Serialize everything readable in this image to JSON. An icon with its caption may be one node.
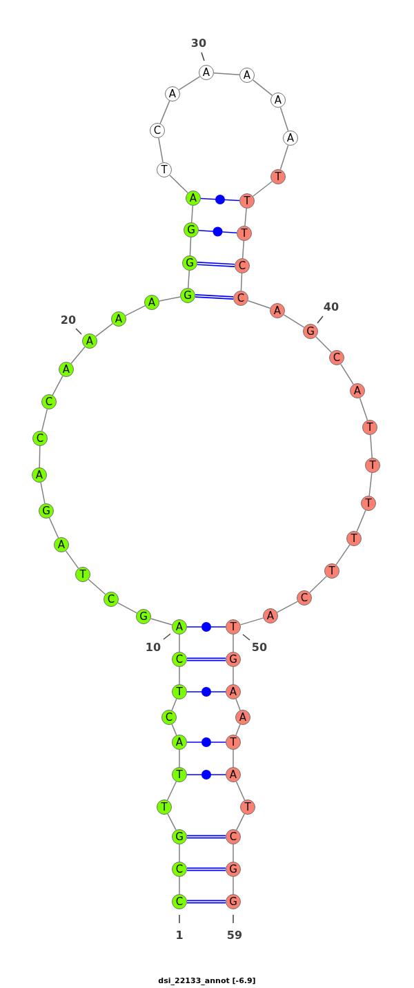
{
  "diagram": {
    "caption": "dsi_22133_annot [-6.9]",
    "nodes": [
      {
        "text": [
          "C"
        ],
        "beside": [
          "1"
        ]
      },
      {
        "text": [
          "C"
        ]
      },
      {
        "text": [
          "G"
        ]
      },
      {
        "text": [
          "T"
        ]
      },
      {
        "text": [
          "T"
        ]
      },
      {
        "text": [
          "A"
        ]
      },
      {
        "text": [
          "C"
        ]
      },
      {
        "text": [
          "T"
        ]
      },
      {
        "text": [
          "C"
        ]
      },
      {
        "text": [
          "A"
        ],
        "beside": [
          "10"
        ]
      },
      {
        "text": [
          "G"
        ]
      },
      {
        "text": [
          "C"
        ]
      },
      {
        "text": [
          "T"
        ]
      },
      {
        "text": [
          "A"
        ]
      },
      {
        "text": [
          "G"
        ]
      },
      {
        "text": [
          "A"
        ]
      },
      {
        "text": [
          "C"
        ]
      },
      {
        "text": [
          "C"
        ]
      },
      {
        "text": [
          "A"
        ]
      },
      {
        "text": [
          "A"
        ],
        "beside": [
          "20"
        ]
      },
      {
        "text": [
          "A"
        ]
      },
      {
        "text": [
          "A"
        ]
      },
      {
        "text": [
          "G"
        ]
      },
      {
        "text": [
          "G"
        ]
      },
      {
        "text": [
          "G"
        ]
      },
      {
        "text": [
          "A"
        ]
      },
      {
        "text": [
          "T"
        ]
      },
      {
        "text": [
          "C"
        ]
      },
      {
        "text": [
          "A"
        ]
      },
      {
        "text": [
          "A"
        ],
        "beside": [
          "30"
        ]
      },
      {
        "text": [
          "A"
        ]
      },
      {
        "text": [
          "A"
        ]
      },
      {
        "text": [
          "A"
        ]
      },
      {
        "text": [
          "T"
        ]
      },
      {
        "text": [
          "T"
        ]
      },
      {
        "text": [
          "T"
        ]
      },
      {
        "text": [
          "C"
        ]
      },
      {
        "text": [
          "C"
        ]
      },
      {
        "text": [
          "A"
        ]
      },
      {
        "text": [
          "G"
        ],
        "beside": [
          "40"
        ]
      },
      {
        "text": [
          "C"
        ]
      },
      {
        "text": [
          "A"
        ]
      },
      {
        "text": [
          "T"
        ]
      },
      {
        "text": [
          "T"
        ]
      },
      {
        "text": [
          "T"
        ]
      },
      {
        "text": [
          "T"
        ]
      },
      {
        "text": [
          "T"
        ]
      },
      {
        "text": [
          "C"
        ]
      },
      {
        "text": [
          "A"
        ]
      },
      {
        "text": [
          "T"
        ],
        "beside": [
          "50"
        ]
      },
      {
        "text": [
          "G"
        ]
      },
      {
        "text": [
          "A"
        ]
      },
      {
        "text": [
          "A"
        ]
      },
      {
        "text": [
          "T"
        ]
      },
      {
        "text": [
          "A"
        ]
      },
      {
        "text": [
          "T"
        ]
      },
      {
        "text": [
          "C"
        ]
      },
      {
        "text": [
          "G"
        ]
      },
      {
        "text": [
          "G"
        ],
        "beside": [
          "59"
        ]
      }
    ],
    "edges": [
      {
        "from": 0,
        "to": 1,
        "arrow": "none"
      },
      {
        "from": 1,
        "to": 2,
        "arrow": "none"
      },
      {
        "from": 2,
        "to": 3,
        "arrow": "none"
      },
      {
        "from": 3,
        "to": 4,
        "arrow": "none"
      },
      {
        "from": 4,
        "to": 5,
        "arrow": "none"
      },
      {
        "from": 5,
        "to": 6,
        "arrow": "none"
      },
      {
        "from": 6,
        "to": 7,
        "arrow": "none"
      },
      {
        "from": 7,
        "to": 8,
        "arrow": "none"
      },
      {
        "from": 8,
        "to": 9,
        "arrow": "none"
      },
      {
        "from": 9,
        "to": 10,
        "arrow": "none"
      },
      {
        "from": 10,
        "to": 11,
        "arrow": "none"
      },
      {
        "from": 11,
        "to": 12,
        "arrow": "none"
      },
      {
        "from": 12,
        "to": 13,
        "arrow": "none"
      },
      {
        "from": 13,
        "to": 14,
        "arrow": "none"
      },
      {
        "from": 14,
        "to": 15,
        "arrow": "none"
      },
      {
        "from": 15,
        "to": 16,
        "arrow": "none"
      },
      {
        "from": 16,
        "to": 17,
        "arrow": "none"
      },
      {
        "from": 17,
        "to": 18,
        "arrow": "none"
      },
      {
        "from": 18,
        "to": 19,
        "arrow": "none"
      },
      {
        "from": 19,
        "to": 20,
        "arrow": "none"
      },
      {
        "from": 20,
        "to": 21,
        "arrow": "none"
      },
      {
        "from": 21,
        "to": 22,
        "arrow": "none"
      },
      {
        "from": 22,
        "to": 23,
        "arrow": "none"
      },
      {
        "from": 23,
        "to": 24,
        "arrow": "none"
      },
      {
        "from": 24,
        "to": 25,
        "arrow": "none"
      },
      {
        "from": 25,
        "to": 26,
        "arrow": "none"
      },
      {
        "from": 26,
        "to": 27,
        "arrow": "none"
      },
      {
        "from": 27,
        "to": 28,
        "arrow": "none"
      },
      {
        "from": 28,
        "to": 29,
        "arrow": "none"
      },
      {
        "from": 29,
        "to": 30,
        "arrow": "none"
      },
      {
        "from": 30,
        "to": 31,
        "arrow": "none"
      },
      {
        "from": 31,
        "to": 32,
        "arrow": "none"
      },
      {
        "from": 32,
        "to": 33,
        "arrow": "none"
      },
      {
        "from": 33,
        "to": 34,
        "arrow": "none"
      },
      {
        "from": 34,
        "to": 35,
        "arrow": "none"
      },
      {
        "from": 35,
        "to": 36,
        "arrow": "none"
      },
      {
        "from": 36,
        "to": 37,
        "arrow": "none"
      },
      {
        "from": 37,
        "to": 38,
        "arrow": "none"
      },
      {
        "from": 38,
        "to": 39,
        "arrow": "none"
      },
      {
        "from": 39,
        "to": 40,
        "arrow": "none"
      },
      {
        "from": 40,
        "to": 41,
        "arrow": "none"
      },
      {
        "from": 41,
        "to": 42,
        "arrow": "none"
      },
      {
        "from": 42,
        "to": 43,
        "arrow": "none"
      },
      {
        "from": 43,
        "to": 44,
        "arrow": "none"
      },
      {
        "from": 44,
        "to": 45,
        "arrow": "none"
      },
      {
        "from": 45,
        "to": 46,
        "arrow": "none"
      },
      {
        "from": 46,
        "to": 47,
        "arrow": "none"
      },
      {
        "from": 47,
        "to": 48,
        "arrow": "none"
      },
      {
        "from": 48,
        "to": 49,
        "arrow": "none"
      },
      {
        "from": 49,
        "to": 50,
        "arrow": "none"
      },
      {
        "from": 50,
        "to": 51,
        "arrow": "none"
      },
      {
        "from": 51,
        "to": 52,
        "arrow": "none"
      },
      {
        "from": 52,
        "to": 53,
        "arrow": "none"
      },
      {
        "from": 53,
        "to": 54,
        "arrow": "none"
      },
      {
        "from": 54,
        "to": 55,
        "arrow": "none"
      },
      {
        "from": 55,
        "to": 56,
        "arrow": "none"
      },
      {
        "from": 56,
        "to": 57,
        "arrow": "none"
      },
      {
        "from": 57,
        "to": 58,
        "arrow": "none"
      },
      {
        "from": 0,
        "to": 58,
        "arrow": "none",
        "style": "thick",
        "color": "#0000ff"
      },
      {
        "from": 1,
        "to": 57,
        "arrow": "none",
        "style": "thick",
        "color": "#0000ff"
      },
      {
        "from": 2,
        "to": 56,
        "arrow": "none",
        "style": "thick",
        "color": "#0000ff"
      },
      {
        "from": 4,
        "to": 54,
        "arrow": "none",
        "color": "#0000ff"
      },
      {
        "from": 5,
        "to": 53,
        "arrow": "none",
        "color": "#0000ff"
      },
      {
        "from": 7,
        "to": 51,
        "arrow": "none",
        "color": "#0000ff"
      },
      {
        "from": 8,
        "to": 50,
        "arrow": "none",
        "style": "thick",
        "color": "#0000ff"
      },
      {
        "from": 9,
        "to": 49,
        "arrow": "none",
        "color": "#0000ff"
      },
      {
        "from": 22,
        "to": 37,
        "arrow": "none",
        "style": "thick",
        "color": "#0000ff"
      },
      {
        "from": 23,
        "to": 36,
        "arrow": "none",
        "style": "thick",
        "color": "#0000ff"
      },
      {
        "from": 24,
        "to": 35,
        "arrow": "none",
        "color": "#0000ff"
      },
      {
        "from": 25,
        "to": 34,
        "arrow": "none",
        "color": "#0000ff"
      }
    ]
  }
}
